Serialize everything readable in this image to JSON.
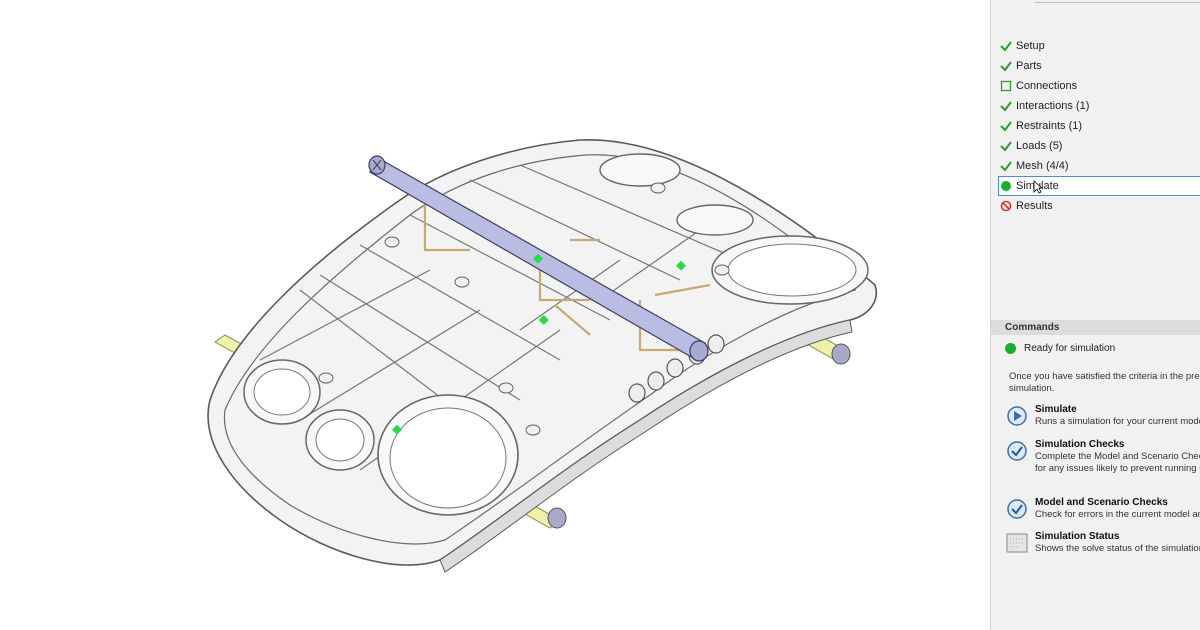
{
  "workflow": {
    "steps": [
      {
        "label": "Setup",
        "status": "complete",
        "status_icon": "check-icon"
      },
      {
        "label": "Parts",
        "status": "complete",
        "status_icon": "check-icon"
      },
      {
        "label": "Connections",
        "status": "incomplete",
        "status_icon": "empty-box-icon"
      },
      {
        "label": "Interactions (1)",
        "status": "complete",
        "status_icon": "check-icon"
      },
      {
        "label": "Restraints (1)",
        "status": "complete",
        "status_icon": "check-icon"
      },
      {
        "label": "Loads (5)",
        "status": "complete",
        "status_icon": "check-icon"
      },
      {
        "label": "Mesh (4/4)",
        "status": "complete",
        "status_icon": "check-icon"
      },
      {
        "label": "Simulate",
        "status": "ready",
        "status_icon": "green-dot-icon"
      },
      {
        "label": "Results",
        "status": "unavailable",
        "status_icon": "no-entry-icon"
      }
    ]
  },
  "commands": {
    "header": "Commands",
    "ready_status": "Ready for simulation",
    "description": "Once you have satisfied the criteria in the prece perform the simulation.",
    "items": [
      {
        "title": "Simulate",
        "desc": "Runs a simulation for your current model",
        "icon": "simulate-icon"
      },
      {
        "title": "Simulation Checks",
        "desc": "Complete the Model and Scenario Checks simulation for any issues likely to prevent running successfully.",
        "icon": "simulation-checks-icon"
      },
      {
        "title": "Model and Scenario Checks",
        "desc": "Check for errors in the current model and",
        "icon": "model-checks-icon"
      },
      {
        "title": "Simulation Status",
        "desc": "Shows the solve status of the simulation.",
        "icon": "status-icon"
      }
    ]
  },
  "colors": {
    "check": "#2a9d2a",
    "ready": "#18b02e",
    "error": "#d63a2a",
    "selection": "#4a8fd4",
    "rod": "#b9bde3",
    "support": "#e8ee9c"
  }
}
